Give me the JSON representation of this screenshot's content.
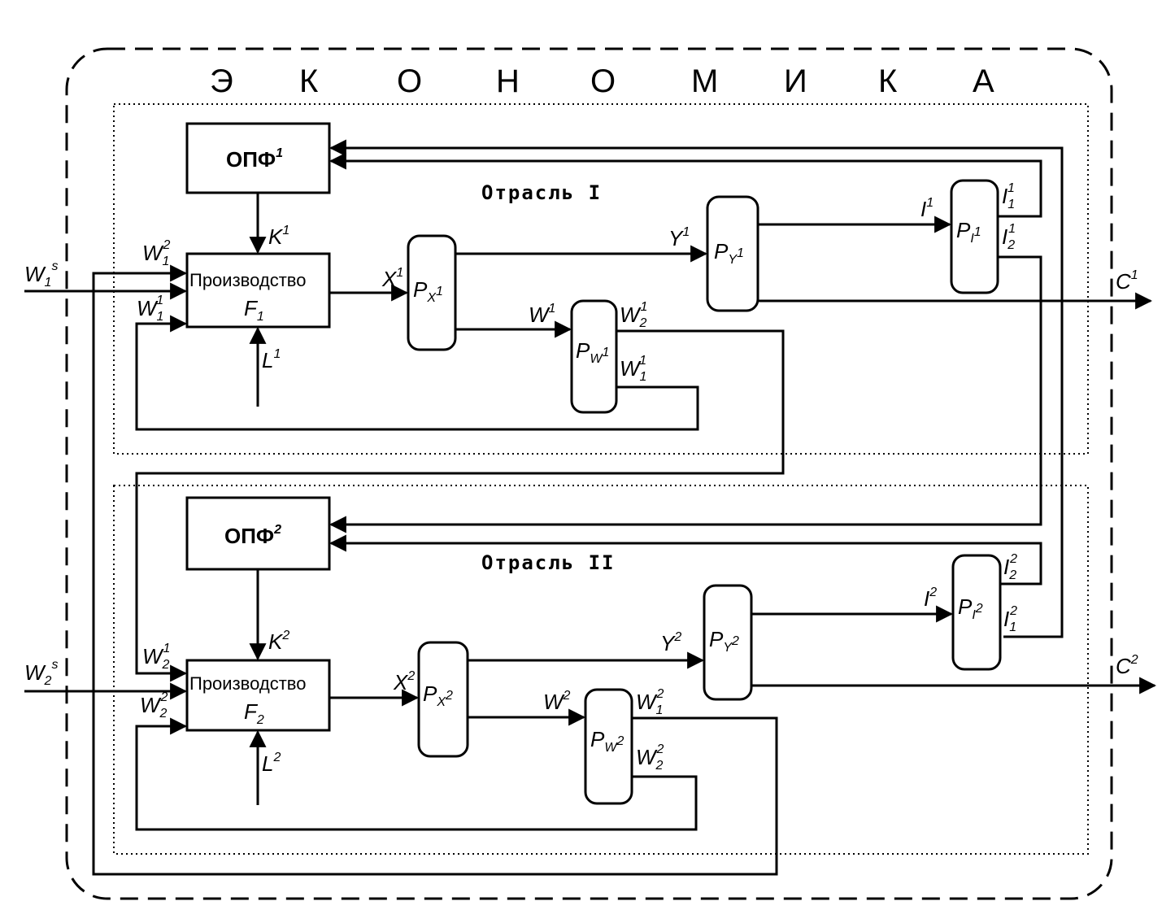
{
  "title_letters": [
    "Э",
    "К",
    "О",
    "Н",
    "О",
    "М",
    "И",
    "К",
    "А"
  ],
  "branch1": {
    "label": "Отрасль I",
    "opf": {
      "base": "ОПФ",
      "sup": "1"
    },
    "production": {
      "name": "Производство",
      "base": "F",
      "sub": "1"
    },
    "px": {
      "base": "P",
      "sub": "X",
      "subsup": "1"
    },
    "pw": {
      "base": "P",
      "sub": "W",
      "subsup": "1"
    },
    "py": {
      "base": "P",
      "sub": "Y",
      "subsup": "1"
    },
    "pi": {
      "base": "P",
      "sub": "I",
      "subsup": "1"
    },
    "vars": {
      "K": {
        "base": "K",
        "sup": "1"
      },
      "L": {
        "base": "L",
        "sup": "1"
      },
      "X": {
        "base": "X",
        "sup": "1"
      },
      "W": {
        "base": "W",
        "sup": "1"
      },
      "Y": {
        "base": "Y",
        "sup": "1"
      },
      "I": {
        "base": "I",
        "sup": "1"
      },
      "W12": {
        "base": "W",
        "sub": "1",
        "sup": "2"
      },
      "W11": {
        "base": "W",
        "sub": "1",
        "sup": "1"
      },
      "W21out": {
        "base": "W",
        "sub": "2",
        "sup": "1"
      },
      "W11out": {
        "base": "W",
        "sub": "1",
        "sup": "1"
      },
      "I11": {
        "base": "I",
        "sub": "1",
        "sup": "1"
      },
      "I21": {
        "base": "I",
        "sub": "2",
        "sup": "1"
      },
      "Ws": {
        "base": "W",
        "sub": "1",
        "sup": "s"
      },
      "C": {
        "base": "C",
        "sup": "1"
      }
    }
  },
  "branch2": {
    "label": "Отрасль II",
    "opf": {
      "base": "ОПФ",
      "sup": "2"
    },
    "production": {
      "name": "Производство",
      "base": "F",
      "sub": "2"
    },
    "px": {
      "base": "P",
      "sub": "X",
      "subsup": "2"
    },
    "pw": {
      "base": "P",
      "sub": "W",
      "subsup": "2"
    },
    "py": {
      "base": "P",
      "sub": "Y",
      "subsup": "2"
    },
    "pi": {
      "base": "P",
      "sub": "I",
      "subsup": "2"
    },
    "vars": {
      "K": {
        "base": "K",
        "sup": "2"
      },
      "L": {
        "base": "L",
        "sup": "2"
      },
      "X": {
        "base": "X",
        "sup": "2"
      },
      "W": {
        "base": "W",
        "sup": "2"
      },
      "Y": {
        "base": "Y",
        "sup": "2"
      },
      "I": {
        "base": "I",
        "sup": "2"
      },
      "W21": {
        "base": "W",
        "sub": "2",
        "sup": "1"
      },
      "W22": {
        "base": "W",
        "sub": "2",
        "sup": "2"
      },
      "W12out": {
        "base": "W",
        "sub": "1",
        "sup": "2"
      },
      "W22out": {
        "base": "W",
        "sub": "2",
        "sup": "2"
      },
      "I22": {
        "base": "I",
        "sub": "2",
        "sup": "2"
      },
      "I12": {
        "base": "I",
        "sub": "1",
        "sup": "2"
      },
      "Ws": {
        "base": "W",
        "sub": "2",
        "sup": "s"
      },
      "C": {
        "base": "C",
        "sup": "2"
      }
    }
  }
}
